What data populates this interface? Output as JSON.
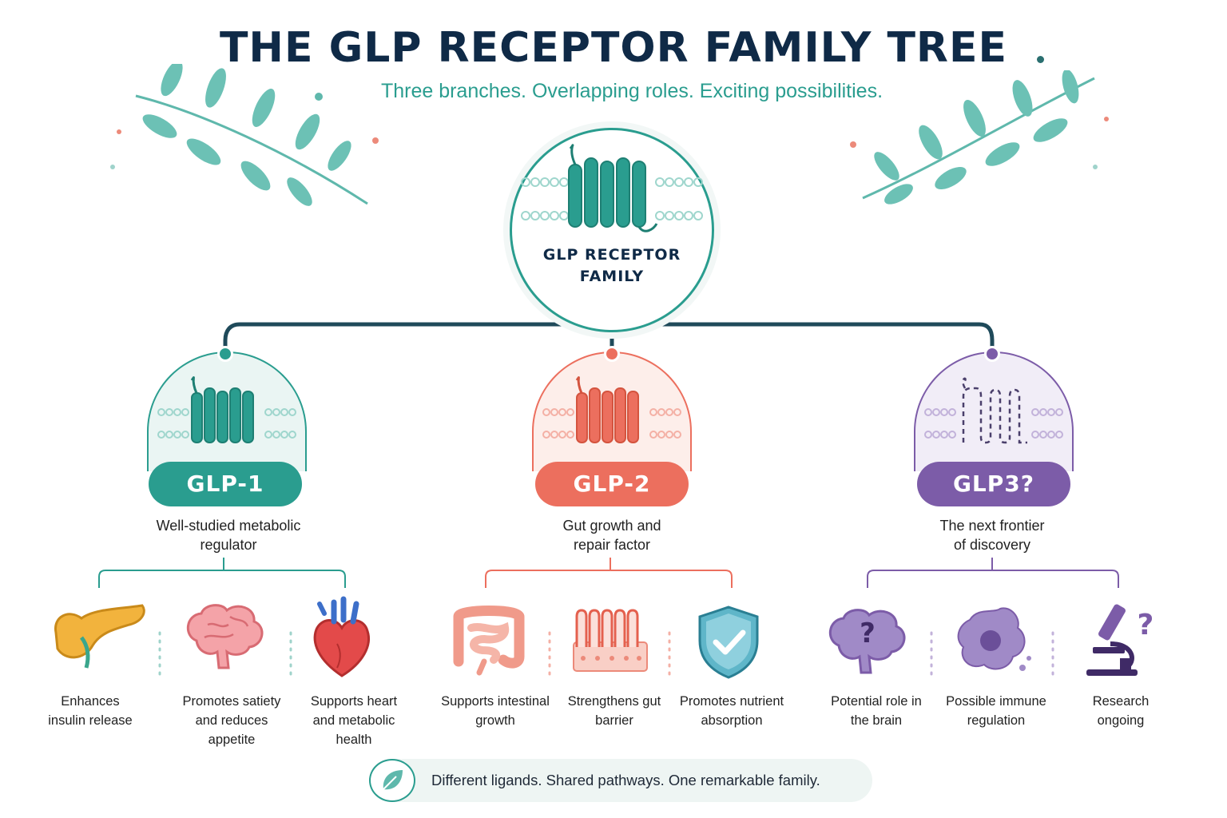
{
  "title": "THE GLP RECEPTOR FAMILY TREE",
  "subtitle": "Three branches. Overlapping roles. Exciting possibilities.",
  "root": {
    "line1": "GLP RECEPTOR",
    "line2": "FAMILY",
    "color": "#2a9d8f"
  },
  "branches": [
    {
      "label": "GLP-1",
      "color": "#2a9d8f",
      "tint": "#eaf5f3",
      "description": [
        "Well-studied metabolic",
        "regulator"
      ],
      "roles": [
        {
          "icon": "pancreas-icon",
          "text": [
            "Enhances",
            "insulin release"
          ]
        },
        {
          "icon": "brain-icon",
          "text": [
            "Promotes satiety",
            "and reduces",
            "appetite"
          ]
        },
        {
          "icon": "heart-icon",
          "text": [
            "Supports heart",
            "and metabolic",
            "health"
          ]
        }
      ]
    },
    {
      "label": "GLP-2",
      "color": "#ec6f5e",
      "tint": "#fdeeea",
      "description": [
        "Gut growth and",
        "repair factor"
      ],
      "roles": [
        {
          "icon": "intestine-icon",
          "text": [
            "Supports intestinal",
            "growth"
          ]
        },
        {
          "icon": "intestinal-villi-icon",
          "text": [
            "Strengthens gut",
            "barrier"
          ]
        },
        {
          "icon": "shield-check-icon",
          "text": [
            "Promotes nutrient",
            "absorption"
          ]
        }
      ]
    },
    {
      "label": "GLP3?",
      "color": "#7c5ca8",
      "tint": "#f1edf7",
      "description": [
        "The next frontier",
        "of discovery"
      ],
      "roles": [
        {
          "icon": "brain-question-icon",
          "text": [
            "Potential role in",
            "the brain"
          ]
        },
        {
          "icon": "immune-cell-icon",
          "text": [
            "Possible immune",
            "regulation"
          ]
        },
        {
          "icon": "microscope-icon",
          "text": [
            "Research",
            "ongoing"
          ]
        }
      ]
    }
  ],
  "footer": {
    "text": "Different ligands. Shared pathways. One remarkable family.",
    "icon": "leaf-icon"
  }
}
